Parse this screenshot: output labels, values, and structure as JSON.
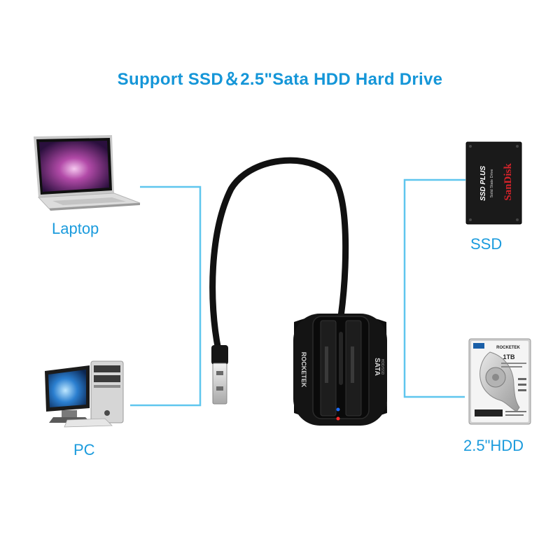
{
  "headline": "Support SSD＆2.5\"Sata HDD Hard Drive",
  "labels": {
    "laptop": "Laptop",
    "pc": "PC",
    "ssd": "SSD",
    "hdd": "2.5\"HDD"
  },
  "dock": {
    "brand": "ROCKETEK",
    "side_label": "SATA",
    "side_sub": "HDD/SSD"
  },
  "ssd": {
    "brand": "SanDisk",
    "model": "SSD PLUS",
    "line": "Solid State Drive"
  },
  "hdd": {
    "brand": "ROCKETEK",
    "capacity": "1TB"
  },
  "colors": {
    "accent": "#1b9bdd",
    "line": "#5fc6ee",
    "dock": "#141414",
    "led_blue": "#1a6cff",
    "led_red": "#ff2a2a",
    "sandisk_red": "#d2232a"
  }
}
